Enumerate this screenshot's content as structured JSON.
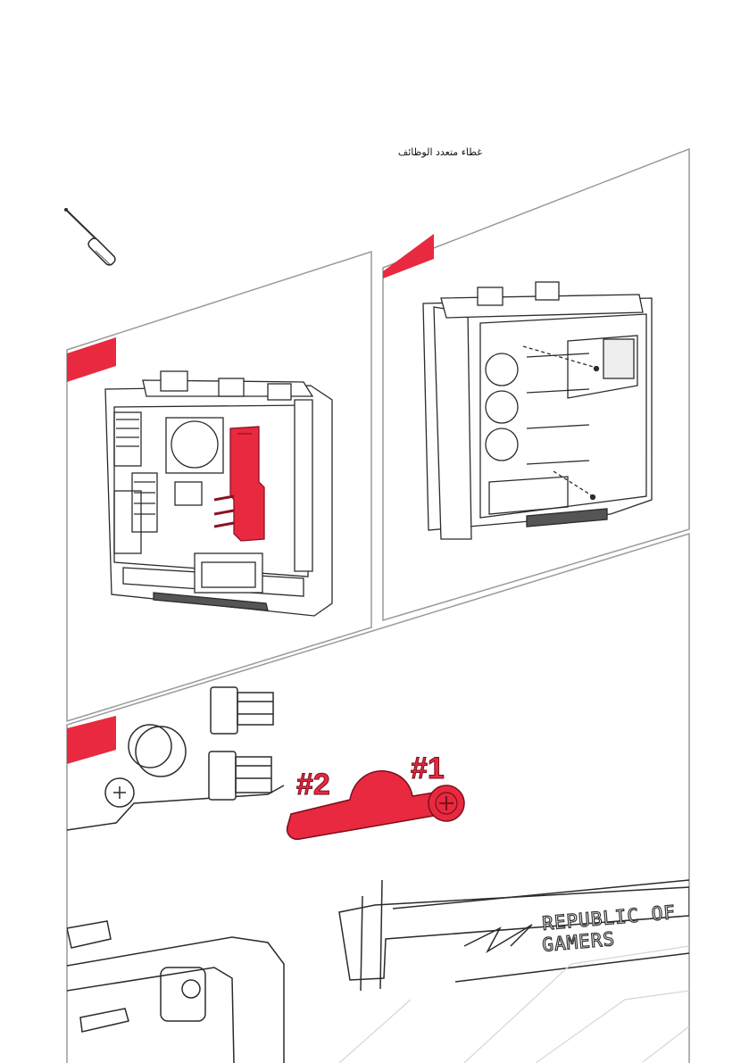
{
  "page": {
    "title": "غطاء متعدد الوظائف"
  },
  "colors": {
    "accent_red": "#e8293f",
    "line": "#2b2b2b",
    "frame": "#9a9a9a"
  },
  "tool": {
    "icon": "screwdriver-icon"
  },
  "step_panels": [
    {
      "id": "step-1",
      "tag_color": "#e8293f"
    },
    {
      "id": "step-2",
      "tag_color": "#e8293f"
    },
    {
      "id": "step-3",
      "tag_color": "#e8293f"
    }
  ],
  "detail": {
    "label_2": "#2",
    "label_1": "#1",
    "logo_line_1": "REPUBLIC OF",
    "logo_line_2": "GAMERS"
  }
}
